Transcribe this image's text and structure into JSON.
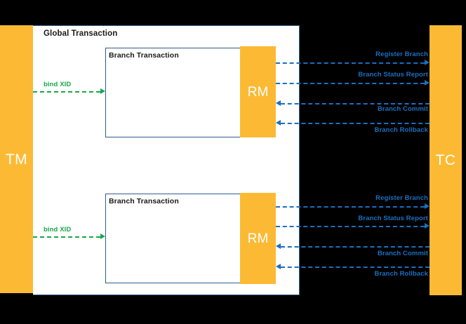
{
  "diagram": {
    "title": "Global Transaction",
    "participants": {
      "tm": "TM",
      "tc": "TC",
      "rm": "RM"
    },
    "branch_title": "Branch Transaction",
    "bind_label": "bind XID",
    "flows": {
      "register_branch": "Register Branch",
      "branch_status_report": "Branch Status Report",
      "branch_commit": "Branch Commit",
      "branch_rollback": "Branch Rollback"
    },
    "colors": {
      "amber": "#FCBA34",
      "blue": "#1B6FC0",
      "green": "#17A84A",
      "border_blue": "#2E5E8E",
      "background": "#000000",
      "panel": "#FFFFFF"
    }
  }
}
